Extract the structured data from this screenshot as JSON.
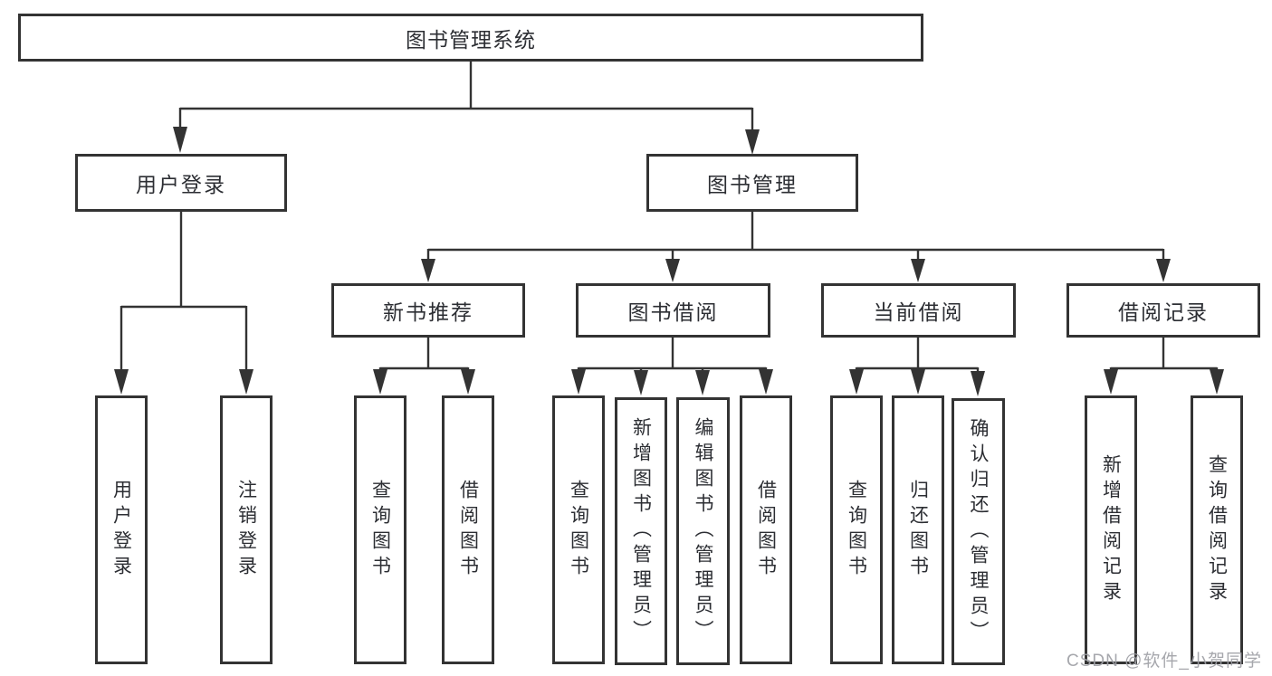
{
  "tree": {
    "root": {
      "label": "图书管理系统"
    },
    "children": [
      {
        "label": "用户登录",
        "children": [
          {
            "label": "用户登录"
          },
          {
            "label": "注销登录"
          }
        ]
      },
      {
        "label": "图书管理",
        "children": [
          {
            "label": "新书推荐",
            "children": [
              {
                "label": "查询图书"
              },
              {
                "label": "借阅图书"
              }
            ]
          },
          {
            "label": "图书借阅",
            "children": [
              {
                "label": "查询图书"
              },
              {
                "label": "新增图书（管理员）"
              },
              {
                "label": "编辑图书（管理员）"
              },
              {
                "label": "借阅图书"
              }
            ]
          },
          {
            "label": "当前借阅",
            "children": [
              {
                "label": "查询图书"
              },
              {
                "label": "归还图书"
              },
              {
                "label": "确认归还（管理员）"
              }
            ]
          },
          {
            "label": "借阅记录",
            "children": [
              {
                "label": "新增借阅记录"
              },
              {
                "label": "查询借阅记录"
              }
            ]
          }
        ]
      }
    ]
  },
  "watermark": {
    "text": "CSDN @软件_小贺同学"
  },
  "colors": {
    "line": "#333333",
    "text": "#2c2e33",
    "watermark": "#9fa0a6",
    "background": "#ffffff"
  }
}
